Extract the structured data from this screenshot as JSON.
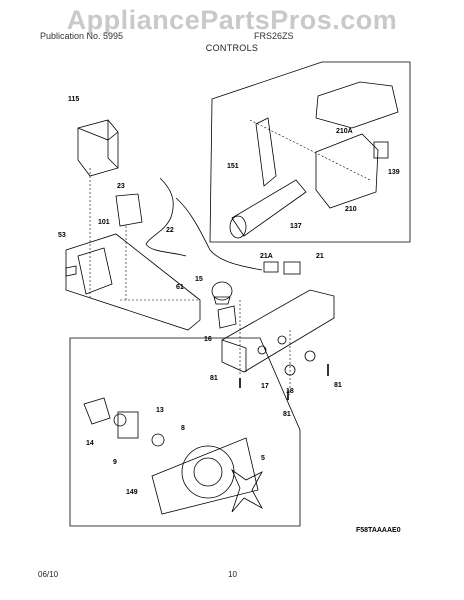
{
  "watermark": "AppliancePartsPros.com",
  "header": {
    "left": "Publication No. 5995",
    "right": "FRS26ZS",
    "section_title": "CONTROLS"
  },
  "callouts": [
    "115",
    "23",
    "101",
    "22",
    "53",
    "15",
    "61",
    "16",
    "21A",
    "21",
    "151",
    "210A",
    "139",
    "137",
    "210",
    "17",
    "18",
    "81",
    "81",
    "81",
    "13",
    "14",
    "8",
    "9",
    "149",
    "5"
  ],
  "diagram_code": "F58TAAAAE0",
  "footer": {
    "date": "06/10",
    "page": "10"
  }
}
